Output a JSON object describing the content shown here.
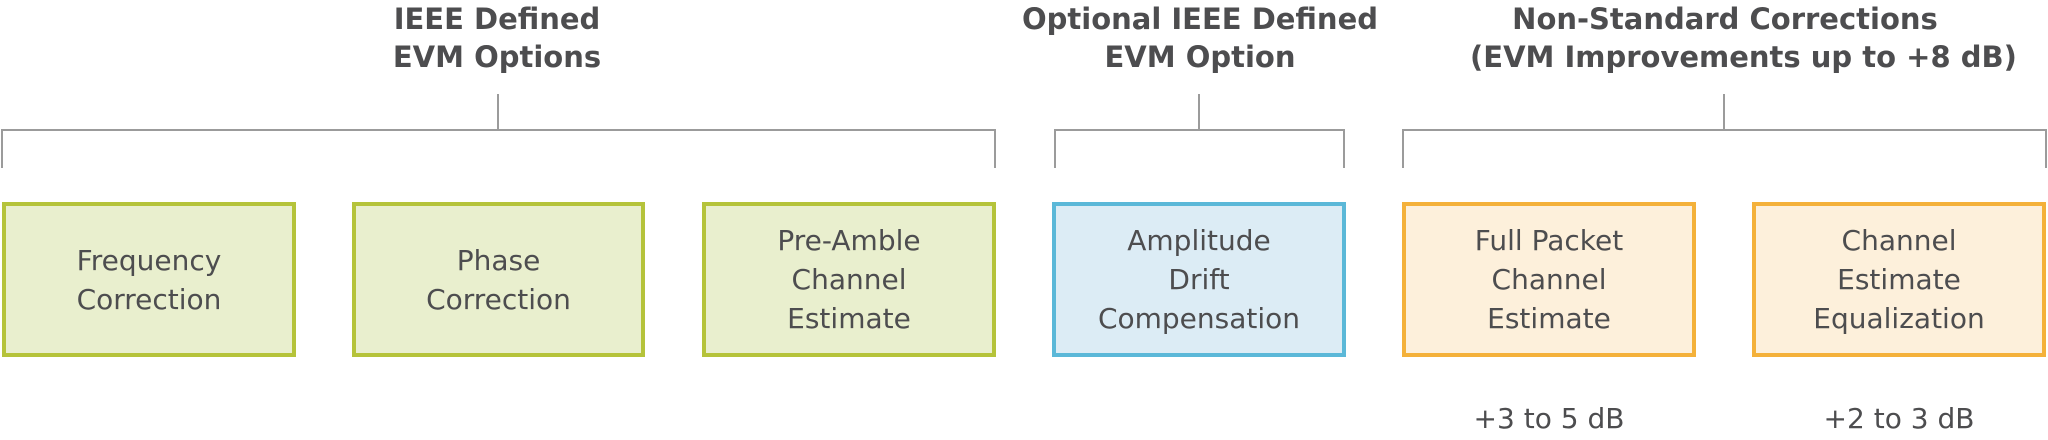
{
  "groups": [
    {
      "line1": "IEEE Defined",
      "line2": "EVM Options"
    },
    {
      "line1": "Optional IEEE Defined",
      "line2": "EVM Option"
    },
    {
      "line1": "Non-Standard Corrections",
      "line2": "(EVM Improvements up to +8 dB)"
    }
  ],
  "boxes": [
    {
      "lines": [
        "Frequency",
        "Correction"
      ],
      "category": "ieee"
    },
    {
      "lines": [
        "Phase",
        "Correction"
      ],
      "category": "ieee"
    },
    {
      "lines": [
        "Pre-Amble",
        "Channel",
        "Estimate"
      ],
      "category": "ieee"
    },
    {
      "lines": [
        "Amplitude",
        "Drift",
        "Compensation"
      ],
      "category": "optional"
    },
    {
      "lines": [
        "Full Packet",
        "Channel",
        "Estimate"
      ],
      "category": "non-standard"
    },
    {
      "lines": [
        "Channel",
        "Estimate",
        "Equalization"
      ],
      "category": "non-standard"
    }
  ],
  "gains": [
    "+3 to 5 dB",
    "+2 to 3 dB"
  ],
  "colors": {
    "ieee_fill": "#e9efce",
    "ieee_border": "#b5c33a",
    "optional_fill": "#dcecf5",
    "optional_border": "#5bb8d8",
    "nonstandard_fill": "#fdf0db",
    "nonstandard_border": "#f4b13a",
    "text": "#4d4d4f",
    "bracket": "#9b9b9b"
  }
}
